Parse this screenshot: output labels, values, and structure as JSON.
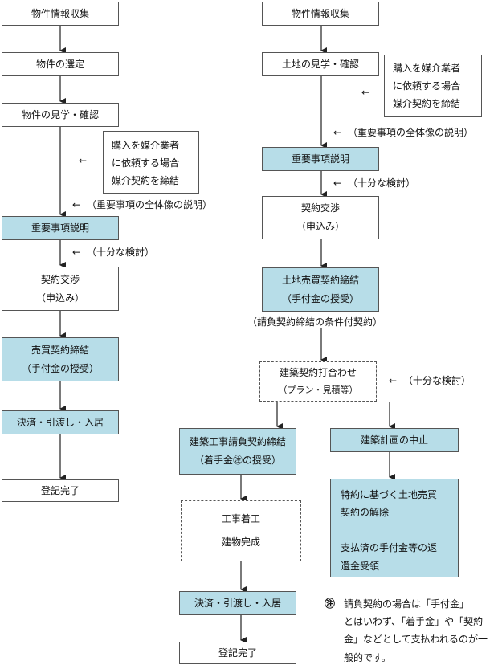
{
  "left_flow": {
    "collect": "物件情報収集",
    "select": "物件の選定",
    "visit": "物件の見学・確認",
    "broker_note": [
      "購入を媒介業者",
      "に依頼する場合",
      "媒介契約を締結"
    ],
    "explain_note": "（重要事項の全体像の説明）",
    "important": "重要事項説明",
    "review_note": "（十分な検討）",
    "negotiate": [
      "契約交渉",
      "（申込み）"
    ],
    "sale_contract": [
      "売買契約締結",
      "（手付金の授受）"
    ],
    "settle": "決済・引渡し・入居",
    "register": "登記完了"
  },
  "right_flow": {
    "collect": "物件情報収集",
    "visit": "土地の見学・確認",
    "broker_note": [
      "購入を媒介業者",
      "に依頼する場合",
      "媒介契約を締結"
    ],
    "explain_note": "（重要事項の全体像の説明）",
    "important": "重要事項説明",
    "review_note": "（十分な検討）",
    "negotiate": [
      "契約交渉",
      "（申込み）"
    ],
    "land_contract": [
      "土地売買契約締結",
      "（手付金の授受）"
    ],
    "conditional_note": "（請負契約締結の条件付契約）",
    "build_meeting": [
      "建築契約打合わせ",
      "（プラン・見積等）"
    ],
    "review_note2": "（十分な検討）",
    "construction_contract": [
      "建築工事請負契約締結",
      "（着手金㊟の授受）"
    ],
    "cancel_plan": "建築計画の中止",
    "cancel_detail": [
      "特約に基づく土地売買",
      "契約の解除",
      "",
      "支払済の手付金等の返",
      "還金受領"
    ],
    "construction": [
      "工事着工",
      "建物完成"
    ],
    "settle": "決済・引渡し・入居",
    "register": "登記完了"
  },
  "footnote": {
    "mark": "㊟",
    "lines": [
      "請負契約の場合は「手付金」",
      "とはいわず、「着手金」や「契約",
      "金」などとして支払われるのが一",
      "般的です。"
    ]
  },
  "arrow_glyph": "←",
  "colors": {
    "box_fill": "#b7dde8",
    "border": "#555555"
  }
}
